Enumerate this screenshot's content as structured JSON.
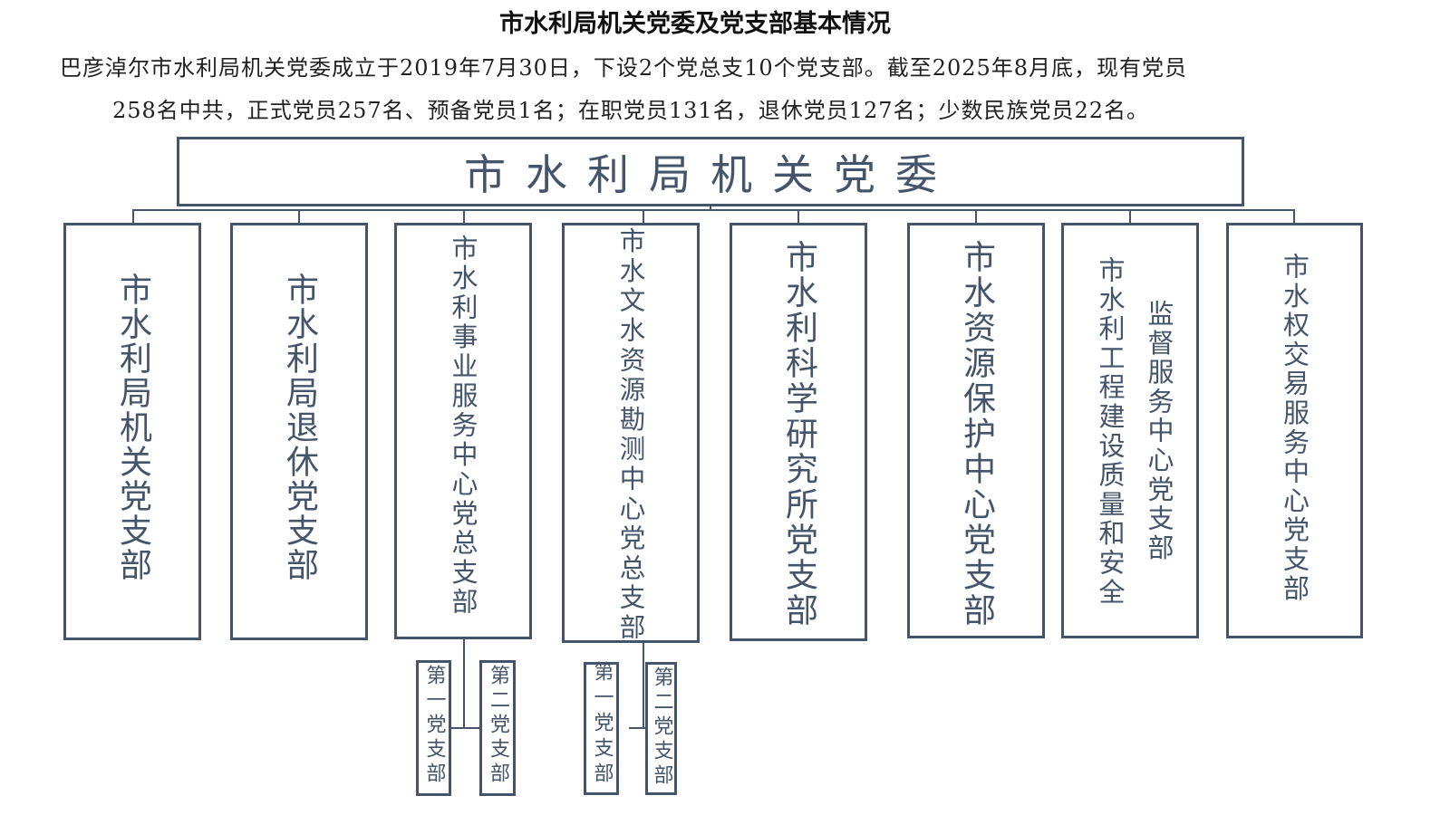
{
  "title": "市水利局机关党委及党支部基本情况",
  "intro": {
    "line1": "巴彦淖尔市水利局机关党委成立于2019年7月30日，下设2个党总支10个党支部。截至2025年8月底，现有党员",
    "line2": "258名中共，正式党员257名、预备党员1名；在职党员131名，退休党员127名；少数民族党员22名。"
  },
  "diagram": {
    "root": "市水利局机关党委",
    "branches": [
      {
        "label": "市水利局机关党支部"
      },
      {
        "label": "市水利局退休党支部"
      },
      {
        "label": "市水利事业服务中心党总支部",
        "sub": [
          "第一党支部",
          "第二党支部"
        ]
      },
      {
        "label": "市水文水资源勘测中心党总支部",
        "sub": [
          "第一党支部",
          "第二党支部"
        ]
      },
      {
        "label": "市水利科学研究所党支部"
      },
      {
        "label": "市水资源保护中心党支部"
      },
      {
        "label_col1": "市水利工程建设质量和安全",
        "label_col2": "监督服务中心党支部"
      },
      {
        "label": "市水权交易服务中心党支部"
      }
    ],
    "colors": {
      "line": "#44546a",
      "text": "#44546a"
    }
  }
}
